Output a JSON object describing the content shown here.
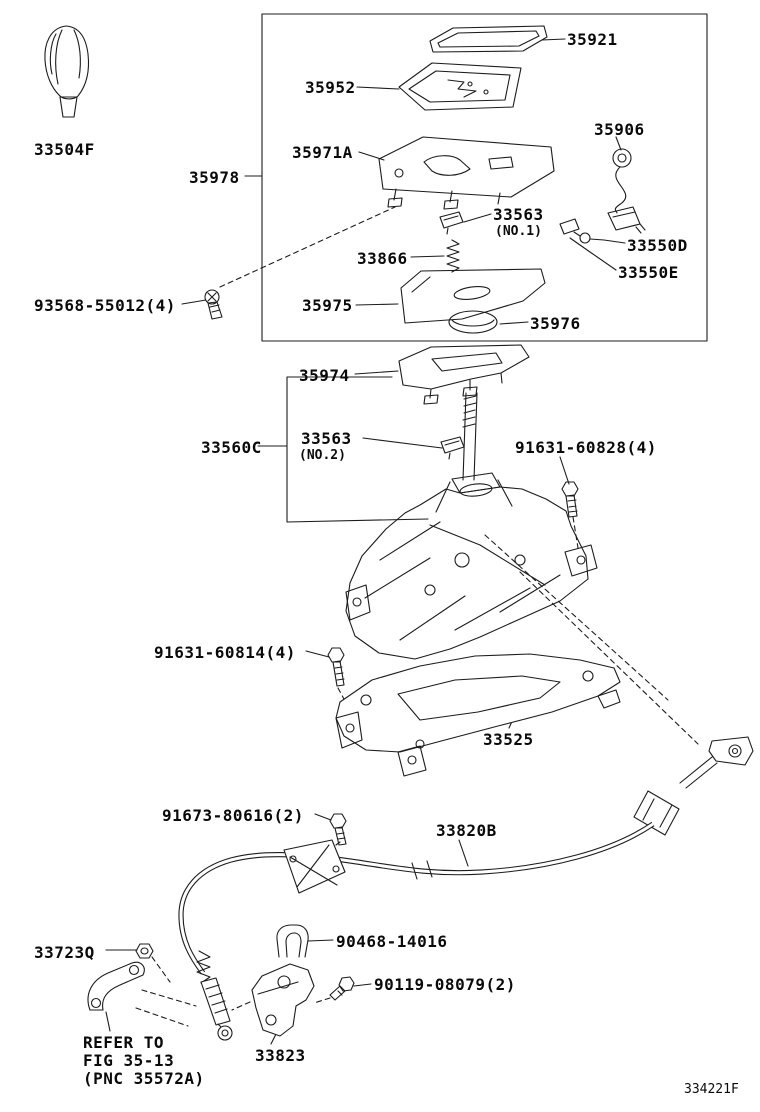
{
  "figure": {
    "code": "334221F",
    "refer_note": [
      "REFER TO",
      "FIG 35-13",
      "(PNC 35572A)"
    ]
  },
  "labels": {
    "knob": "33504F",
    "p35921": "35921",
    "p35952": "35952",
    "p35971A": "35971A",
    "p35906": "35906",
    "p35978": "35978",
    "p33563_1": "33563",
    "p33563_1_note": "(NO.1)",
    "p33550D": "33550D",
    "p33550E": "33550E",
    "p33866": "33866",
    "p35975": "35975",
    "p35976": "35976",
    "p93568": "93568-55012(4)",
    "p35974": "35974",
    "p33560C": "33560C",
    "p33563_2": "33563",
    "p33563_2_note": "(NO.2)",
    "p91631_60828": "91631-60828(4)",
    "p91631_60814": "91631-60814(4)",
    "p33525": "33525",
    "p91673": "91673-80616(2)",
    "p33820B": "33820B",
    "p33723Q": "33723Q",
    "p90468": "90468-14016",
    "p90119": "90119-08079(2)",
    "p33823": "33823"
  }
}
